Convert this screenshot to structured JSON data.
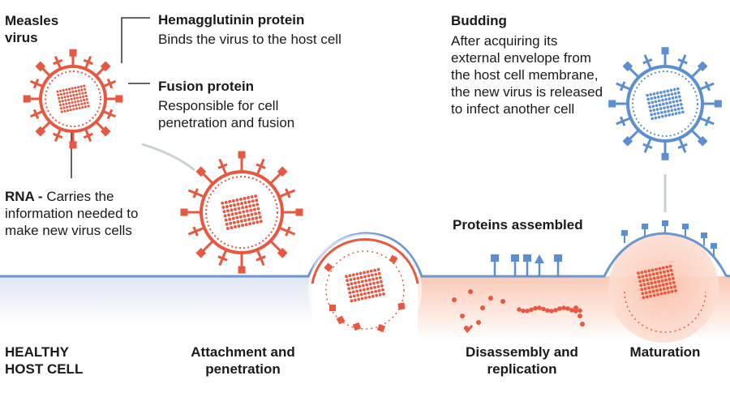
{
  "colors": {
    "virus": "#e8573f",
    "budded_virus": "#5b8fd1",
    "membrane": "#6b97cf",
    "cell_fill": "#fde0d5",
    "healthy_fill": "#eef2fa",
    "leader": "#c9d0d6"
  },
  "labels": {
    "measles": "Measles virus",
    "hemagglutinin_title": "Hemagglutinin protein",
    "hemagglutinin_desc": "Binds the virus to the host cell",
    "fusion_title": "Fusion protein",
    "fusion_desc": "Responsible for cell penetration and fusion",
    "rna_title": "RNA -",
    "rna_desc": "Carries the information needed to make new virus cells",
    "budding_title": "Budding",
    "budding_desc": "After acquiring its external envelope from the host cell membrane, the new virus is released to infect another cell",
    "proteins_assembled": "Proteins assembled"
  },
  "stages": {
    "healthy": "HEALTHY HOST CELL",
    "attachment": "Attachment and penetration",
    "disassembly": "Disassembly and replication",
    "maturation": "Maturation"
  }
}
